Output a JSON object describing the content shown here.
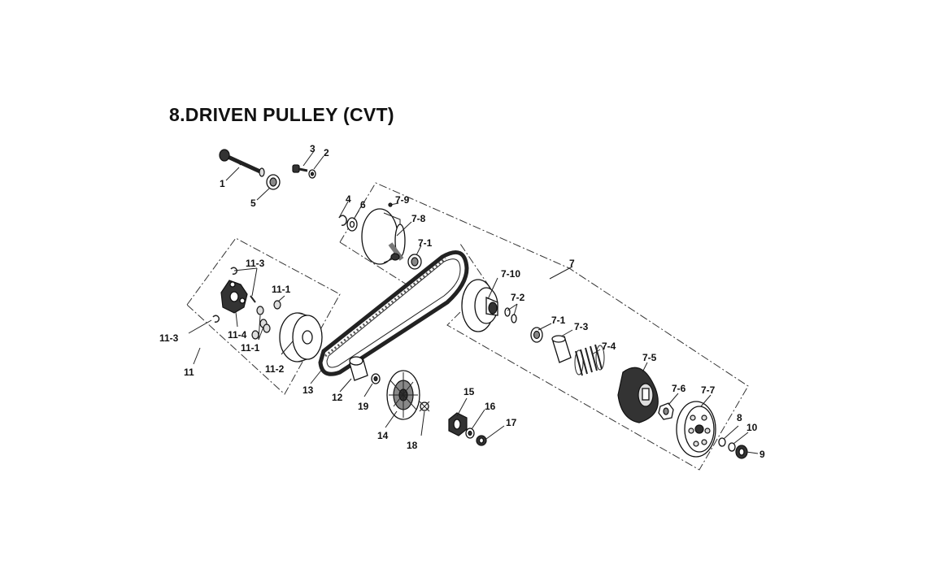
{
  "diagram": {
    "title": "8.DRIVEN PULLEY (CVT)",
    "labels": {
      "p1": "1",
      "p2": "2",
      "p3": "3",
      "p4": "4",
      "p5": "5",
      "p6": "6",
      "p7": "7",
      "p7_1a": "7-1",
      "p7_1b": "7-1",
      "p7_2": "7-2",
      "p7_3": "7-3",
      "p7_4": "7-4",
      "p7_5": "7-5",
      "p7_6": "7-6",
      "p7_7": "7-7",
      "p7_8": "7-8",
      "p7_9": "7-9",
      "p7_10": "7-10",
      "p8": "8",
      "p9": "9",
      "p10": "10",
      "p11": "11",
      "p11_1a": "11-1",
      "p11_1b": "11-1",
      "p11_2": "11-2",
      "p11_3a": "11-3",
      "p11_3b": "11-3",
      "p11_4": "11-4",
      "p12": "12",
      "p13": "13",
      "p14": "14",
      "p15": "15",
      "p16": "16",
      "p17": "17",
      "p18": "18",
      "p19": "19"
    }
  }
}
